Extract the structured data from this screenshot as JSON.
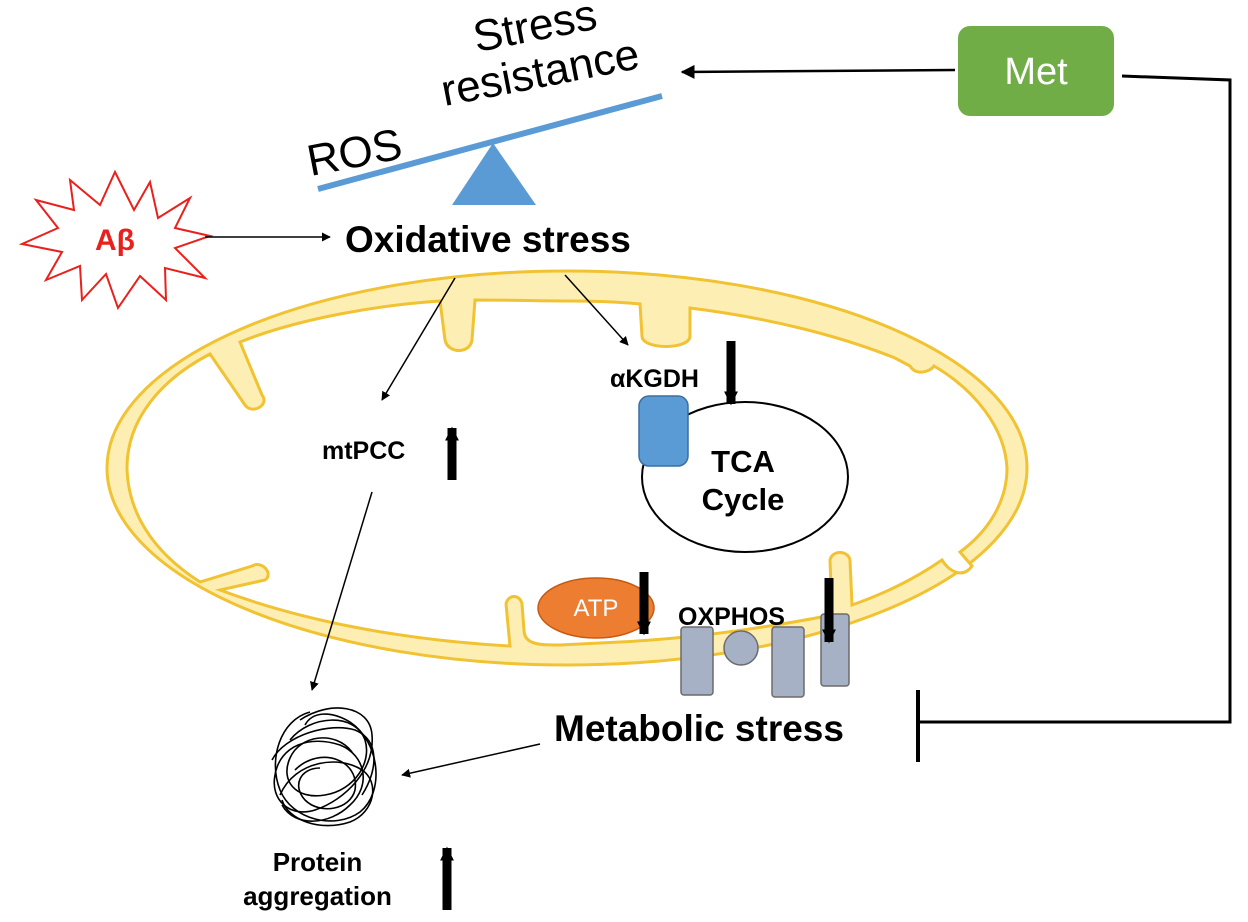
{
  "labels": {
    "ros": "ROS",
    "stress": "Stress",
    "resistance": "resistance",
    "oxidative_stress": "Oxidative stress",
    "met": "Met",
    "abeta": "Aβ",
    "mtpcc": "mtPCC",
    "akgdh": "αKGDH",
    "tca_line1": "TCA",
    "tca_line2": "Cycle",
    "atp": "ATP",
    "oxphos": "OXPHOS",
    "metabolic_stress": "Metabolic stress",
    "protein_line1": "Protein",
    "protein_line2": "aggregation"
  },
  "colors": {
    "mito_fill": "#fdeeb3",
    "mito_stroke": "#f1c232",
    "met_box": "#71ad47",
    "seesaw": "#5b9bd5",
    "abeta": "#e8211d",
    "atp": "#ed7d31",
    "oxphos_units": "#a6b1c6"
  }
}
